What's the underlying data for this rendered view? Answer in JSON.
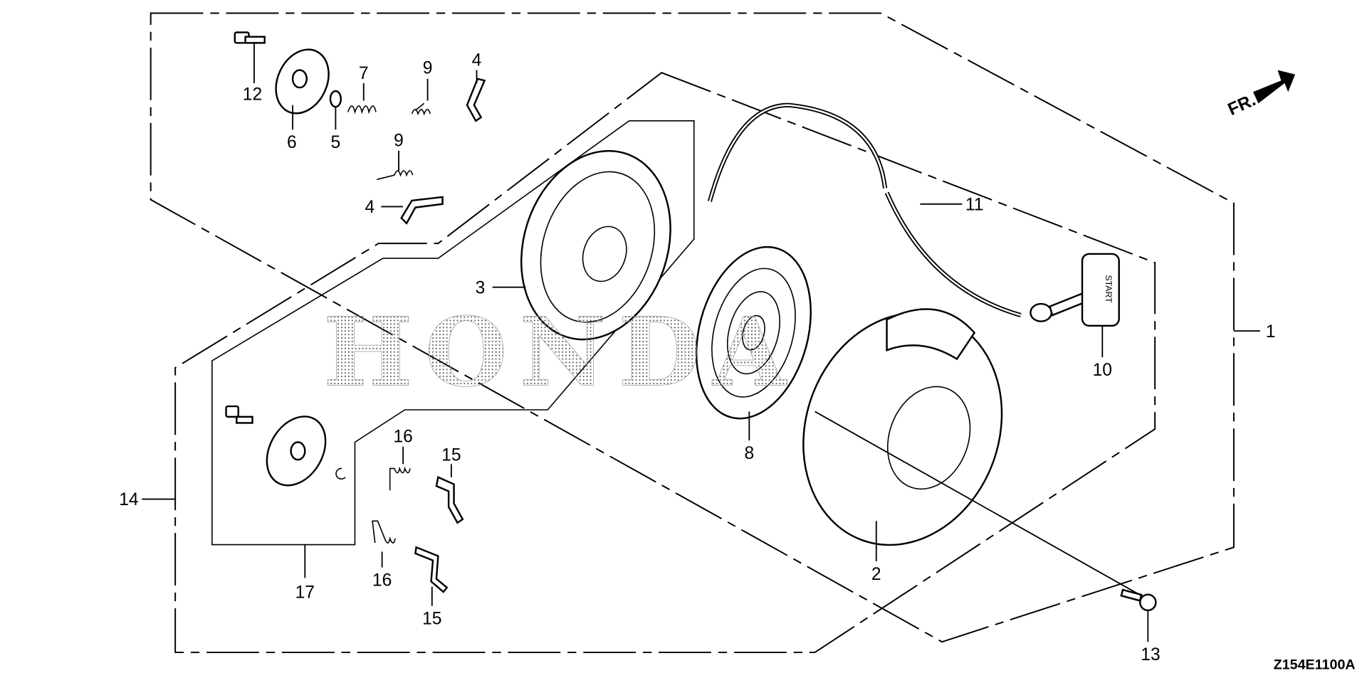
{
  "diagram": {
    "watermark": "HONDA",
    "direction_label": "FR.",
    "drawing_code": "Z154E1100A",
    "handle_text": "START",
    "callouts": {
      "c1": "1",
      "c2": "2",
      "c3": "3",
      "c4a": "4",
      "c4b": "4",
      "c5": "5",
      "c6": "6",
      "c7": "7",
      "c8": "8",
      "c9a": "9",
      "c9b": "9",
      "c10": "10",
      "c11": "11",
      "c12": "12",
      "c13": "13",
      "c14": "14",
      "c15a": "15",
      "c15b": "15",
      "c16a": "16",
      "c16b": "16",
      "c17": "17"
    }
  }
}
